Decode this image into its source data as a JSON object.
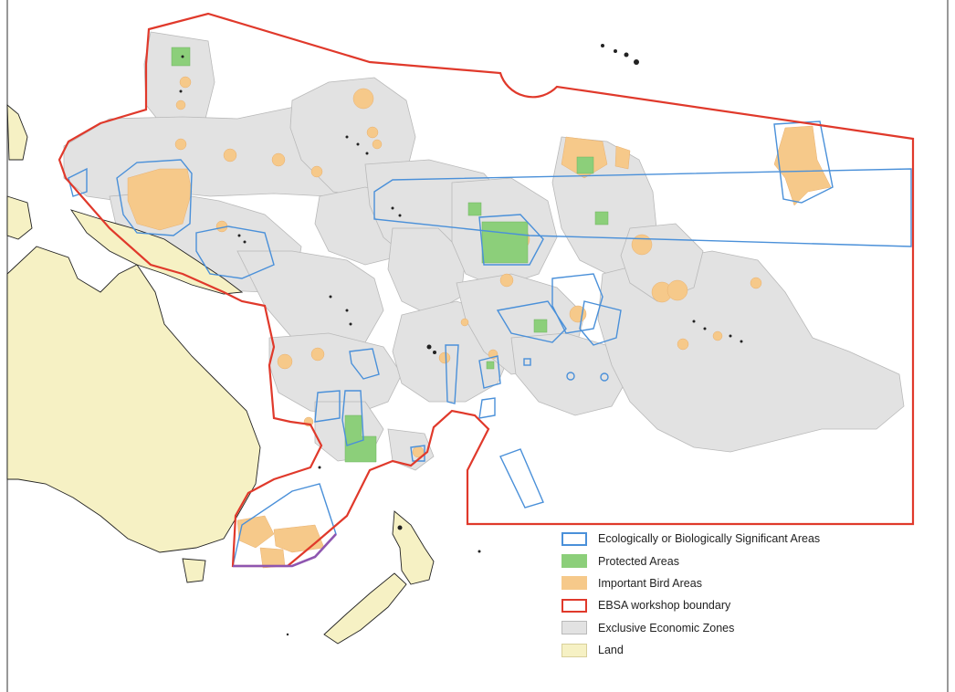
{
  "colors": {
    "ebsa": "#4a90d9",
    "protected": "#8ccf7a",
    "bird": "#f6c98a",
    "boundary": "#e0392b",
    "eez": "#e2e2e2",
    "eez_stroke": "#b9b9b9",
    "land": "#f6f1c4",
    "land_stroke": "#222222",
    "purple": "#8e56b0"
  },
  "legend": {
    "items": [
      {
        "label": "Ecologically or Biologically Significant Areas",
        "swatch": "ebsa-outline"
      },
      {
        "label": "Protected Areas",
        "swatch": "protected-fill"
      },
      {
        "label": "Important Bird Areas",
        "swatch": "bird-fill"
      },
      {
        "label": "EBSA workshop boundary",
        "swatch": "boundary-outline"
      },
      {
        "label": "Exclusive Economic Zones",
        "swatch": "eez-fill"
      },
      {
        "label": "Land",
        "swatch": "land-fill"
      }
    ]
  }
}
